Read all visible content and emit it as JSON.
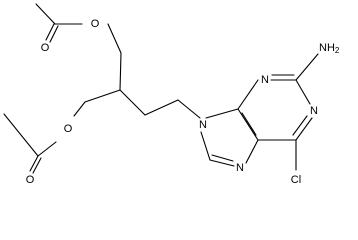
{
  "molecule": {
    "labels": {
      "o_top_ester": "O",
      "o_top_carbonyl": "O",
      "o_bottom_ester": "O",
      "o_bottom_carbonyl": "O",
      "n9": "N",
      "n3": "N",
      "n1": "N",
      "n7": "N",
      "amino": "NH",
      "amino_subscript": "2",
      "chloro": "Cl"
    }
  }
}
